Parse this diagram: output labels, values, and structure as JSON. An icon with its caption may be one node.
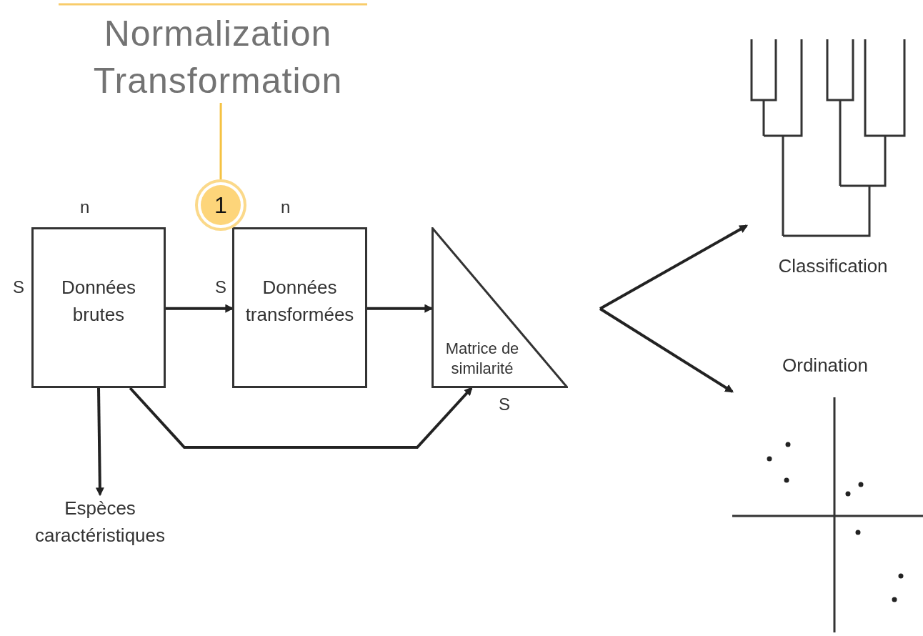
{
  "diagram": {
    "nodes": [
      {
        "text": [
          "Données brutes"
        ],
        "beside": [
          "n",
          "S"
        ]
      },
      {
        "text": [
          "Données transformées"
        ],
        "beside": [
          "n",
          "S"
        ]
      },
      {
        "text": [
          "Matrice de similarité"
        ],
        "beside": [
          "S"
        ]
      },
      {
        "text": [
          "Espèces caractéristiques"
        ]
      },
      {
        "text": [
          "Classification"
        ]
      },
      {
        "text": [
          "Ordination"
        ]
      },
      {
        "text": [
          "1"
        ]
      },
      {
        "text": [
          "Normalization",
          "Transformation"
        ]
      }
    ],
    "edges": [
      {
        "from": 0,
        "to": 1,
        "arrow": "to"
      },
      {
        "from": 1,
        "to": 2,
        "arrow": "to"
      },
      {
        "from": 0,
        "to": 3,
        "arrow": "to"
      },
      {
        "from": 0,
        "to": 2,
        "arrow": "to"
      },
      {
        "from": null,
        "to": 4,
        "arrow": "to"
      },
      {
        "from": null,
        "to": 5,
        "arrow": "to"
      },
      {
        "from": 7,
        "to": 6,
        "arrow": "none",
        "color": "#f5c242"
      }
    ]
  }
}
